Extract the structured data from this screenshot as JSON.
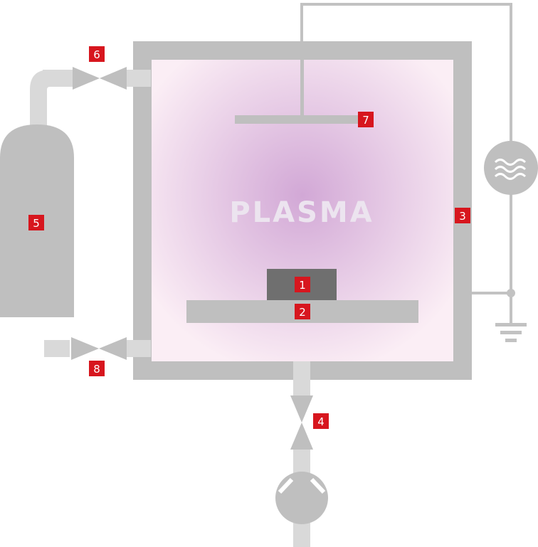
{
  "plasma_label": "PLASMA",
  "labels": {
    "sample": "1",
    "electrode_platform": "2",
    "chamber_wall": "3",
    "vacuum_valve": "4",
    "gas_cylinder": "5",
    "gas_inlet_valve": "6",
    "top_electrode": "7",
    "vent_valve": "8"
  },
  "colors": {
    "equipment_gray": "#bfbfbf",
    "pipe_light": "#d9d9d9",
    "sample_dark": "#6f6f6f",
    "label_red": "#d7161e",
    "plasma_center": "#d2a8d6",
    "plasma_edge": "#fbeef5",
    "plasma_text": "#ece4ef",
    "wire": "#c2c2c2"
  }
}
